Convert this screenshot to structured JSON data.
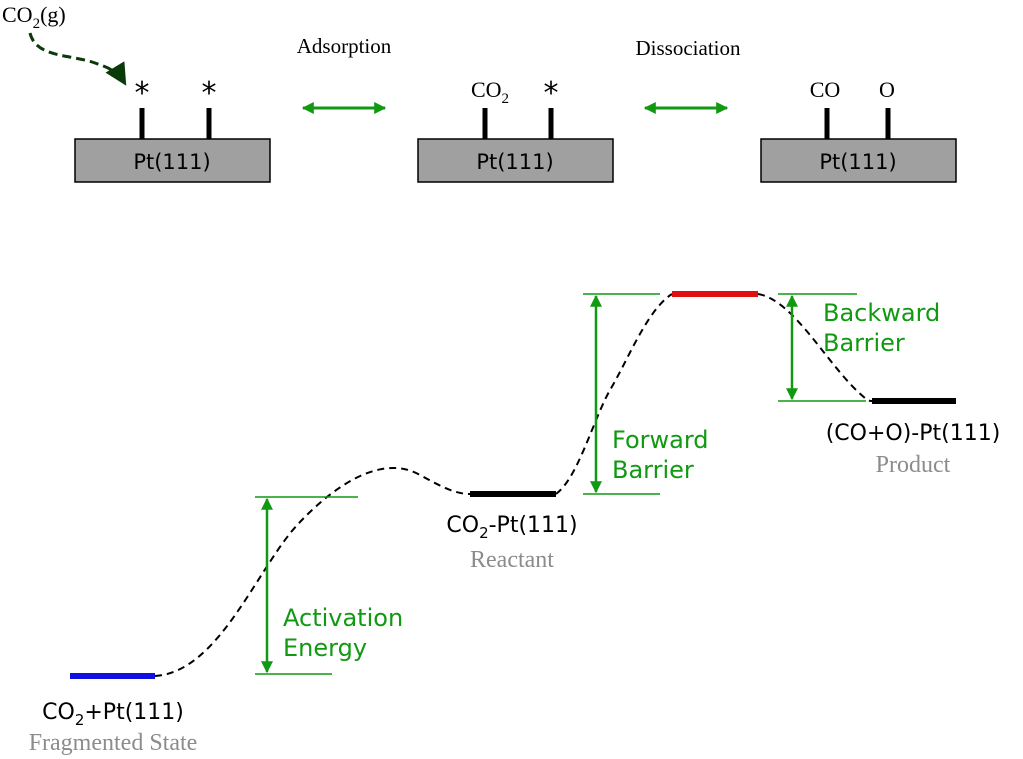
{
  "colors": {
    "arrow": "#119a11",
    "surface_fill": "#a0a0a0",
    "fragmented_level": "#1010e0",
    "transition_level": "#e01010",
    "stable_level": "#000000",
    "state_caption": "#8c8c8c",
    "precursor_arrow": "#0a3a0a"
  },
  "top_scheme": {
    "gas_label": {
      "main": "CO",
      "sub": "2",
      "tail": "(g)"
    },
    "step_labels": {
      "adsorption": "Adsorption",
      "dissociation": "Dissociation"
    },
    "panels": [
      {
        "surface": "Pt(111)",
        "site_left": "*",
        "site_right": "*"
      },
      {
        "surface": "Pt(111)",
        "site_left_main": "CO",
        "site_left_sub": "2",
        "site_right": "*"
      },
      {
        "surface": "Pt(111)",
        "site_left": "CO",
        "site_right": "O"
      }
    ]
  },
  "energy_profile": {
    "states": [
      {
        "formula_main": "CO",
        "formula_sub": "2",
        "formula_tail": "+Pt(111)",
        "caption": "Fragmented State"
      },
      {
        "formula_main": "CO",
        "formula_sub": "2",
        "formula_tail": "-Pt(111)",
        "caption": "Reactant"
      },
      {
        "formula_main": "(CO+O)-Pt(111)",
        "caption": "Product"
      }
    ],
    "barriers": {
      "activation": {
        "line1": "Activation",
        "line2": "Energy"
      },
      "forward": {
        "line1": "Forward",
        "line2": "Barrier"
      },
      "backward": {
        "line1": "Backward",
        "line2": "Barrier"
      }
    }
  }
}
